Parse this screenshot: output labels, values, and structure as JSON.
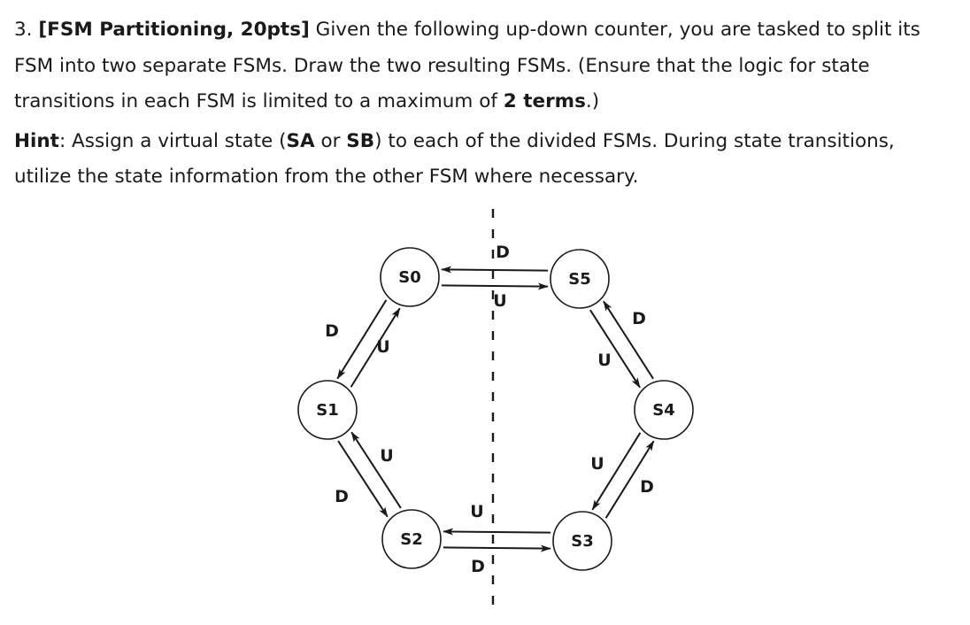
{
  "problem": {
    "number": "3.",
    "heading": "[FSM Partitioning, 20pts]",
    "text_1": " Given the following up-down counter, you are tasked to split its FSM into two separate FSMs. Draw the two resulting FSMs. (Ensure that the logic for state transitions in each FSM is limited to a maximum of ",
    "terms_bold": "2 terms",
    "text_2": ".)"
  },
  "hint": {
    "label": "Hint",
    "text_1": ": Assign a virtual state (",
    "sa": "SA",
    "or": " or ",
    "sb": "SB",
    "text_2": ") to each of the divided FSMs. During state transitions, utilize the state information from the other FSM where necessary."
  },
  "fsm": {
    "states": [
      "S0",
      "S1",
      "S2",
      "S3",
      "S4",
      "S5"
    ],
    "transitions": [
      {
        "from": "S0",
        "to": "S5",
        "label": "D"
      },
      {
        "from": "S5",
        "to": "S0",
        "label": "U"
      },
      {
        "from": "S5",
        "to": "S4",
        "label": "D"
      },
      {
        "from": "S4",
        "to": "S5",
        "label": "U"
      },
      {
        "from": "S4",
        "to": "S3",
        "label": "D"
      },
      {
        "from": "S3",
        "to": "S4",
        "label": "U"
      },
      {
        "from": "S3",
        "to": "S2",
        "label": "D"
      },
      {
        "from": "S2",
        "to": "S3",
        "label": "U"
      },
      {
        "from": "S2",
        "to": "S1",
        "label": "D"
      },
      {
        "from": "S1",
        "to": "S2",
        "label": "U"
      },
      {
        "from": "S1",
        "to": "S0",
        "label": "D"
      },
      {
        "from": "S0",
        "to": "S1",
        "label": "U"
      }
    ]
  }
}
